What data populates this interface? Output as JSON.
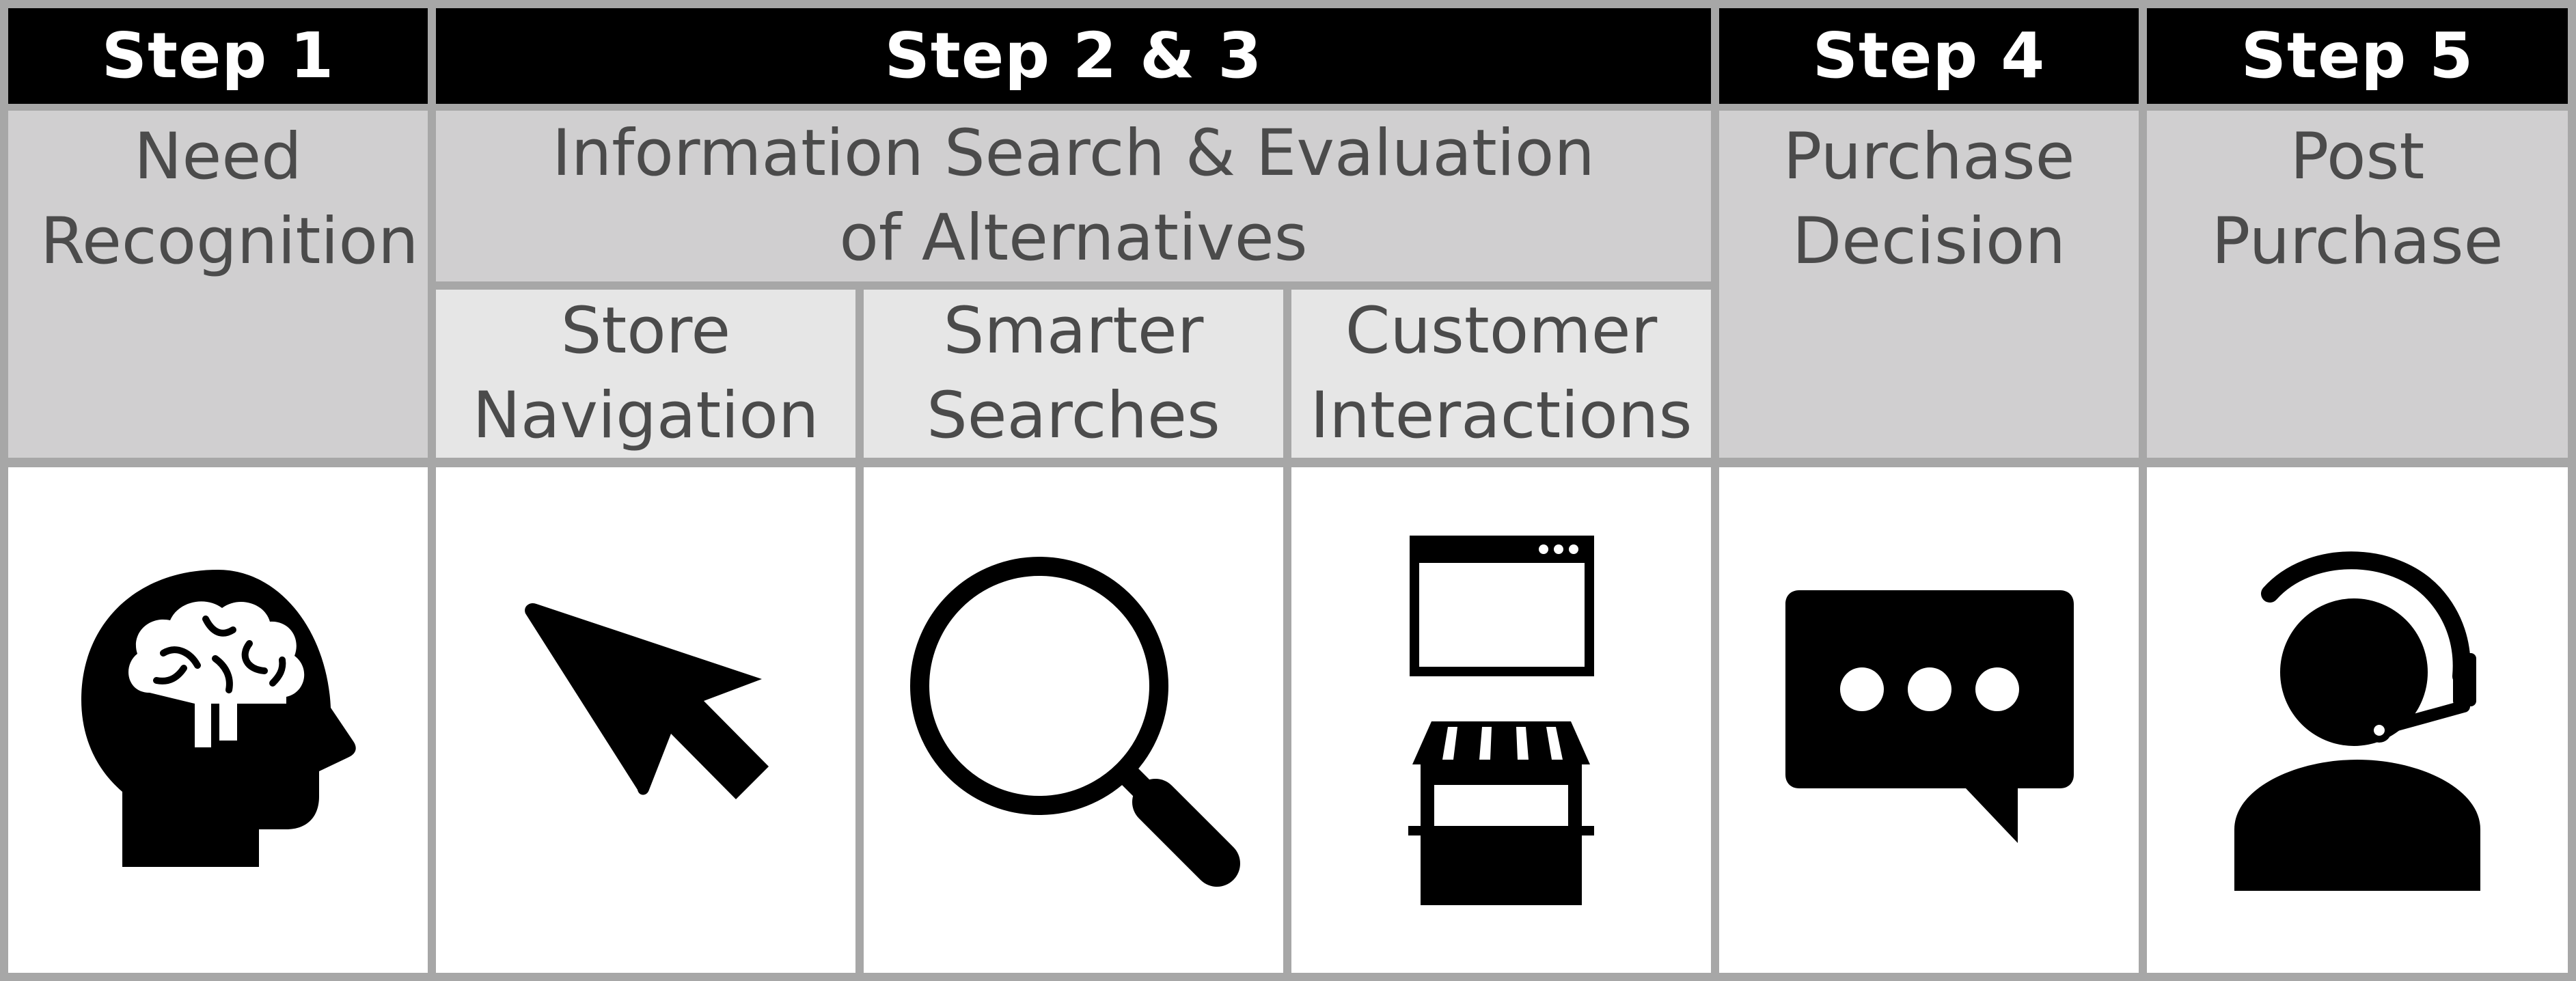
{
  "steps": [
    {
      "header": "Step 1",
      "label": "Need Recognition"
    },
    {
      "header": "Step 2 & 3",
      "label": "Information Search & Evaluation of Alternatives"
    },
    {
      "header": "Step 4",
      "label": "Purchase Decision"
    },
    {
      "header": "Step 5",
      "label": "Post Purchase"
    }
  ],
  "substeps": [
    {
      "label": "Store Navigation"
    },
    {
      "label": "Smarter Searches"
    },
    {
      "label": "Customer Interactions"
    }
  ],
  "icons": [
    "head-brain-icon",
    "cursor-arrow-icon",
    "magnifying-glass-icon",
    "browser-window-icon",
    "storefront-icon",
    "chat-bubble-icon",
    "customer-support-headset-icon"
  ],
  "colors": {
    "header_bg": "#000000",
    "header_text": "#ffffff",
    "stage_bg": "#d0cfd0",
    "substage_bg": "#e6e6e6",
    "border": "#a7a7a7",
    "text": "#4b4b4b",
    "icon": "#000000"
  }
}
